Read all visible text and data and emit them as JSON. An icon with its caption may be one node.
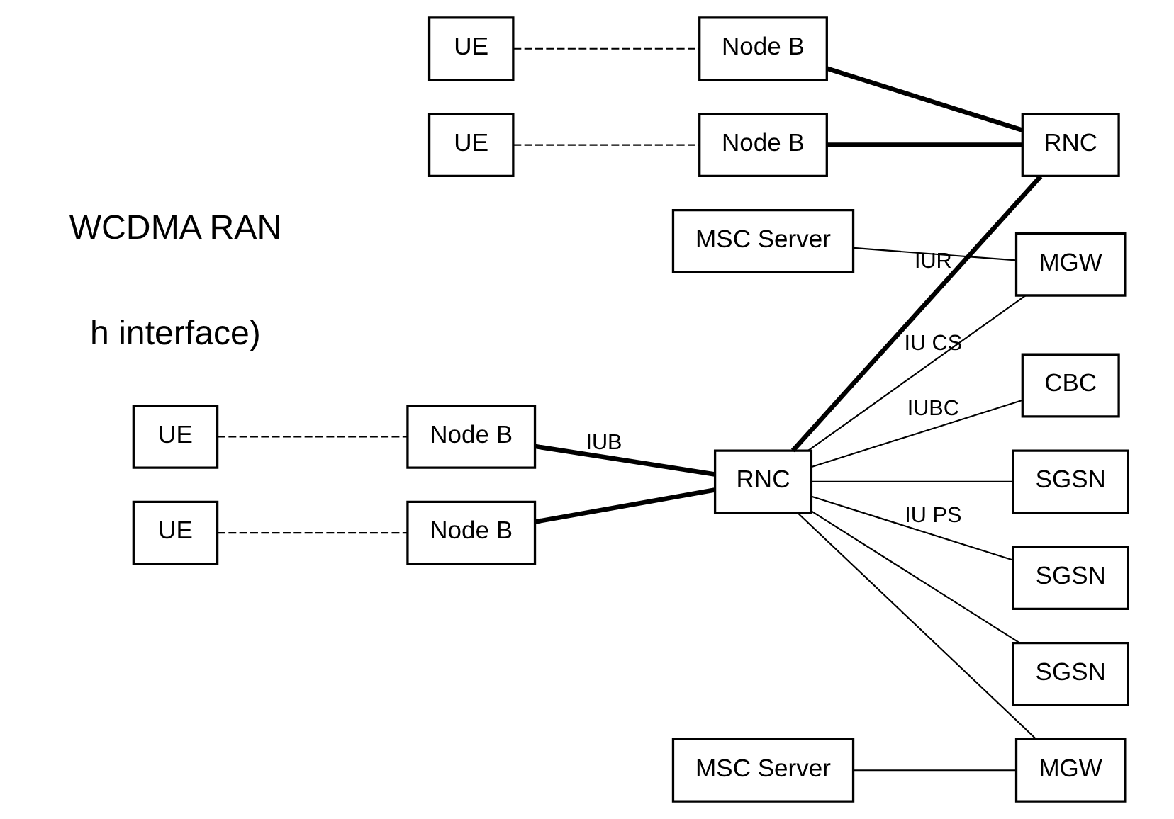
{
  "diagram": {
    "nodes": [
      {
        "text": [
          "UE"
        ]
      },
      {
        "text": [
          "UE"
        ]
      },
      {
        "text": [
          "UE"
        ]
      },
      {
        "text": [
          "UE"
        ]
      },
      {
        "text": [
          "Node B"
        ]
      },
      {
        "text": [
          "Node B"
        ]
      },
      {
        "text": [
          "Node B"
        ]
      },
      {
        "text": [
          "Node B"
        ]
      },
      {
        "text": [
          "RNC"
        ]
      },
      {
        "text": [
          "RNC"
        ]
      },
      {
        "text": [
          "MSC Server"
        ]
      },
      {
        "text": [
          "MGW"
        ]
      },
      {
        "text": [
          "MSC Server"
        ]
      },
      {
        "text": [
          "MGW"
        ]
      },
      {
        "text": [
          "SGSN"
        ]
      },
      {
        "text": [
          "SGSN"
        ]
      },
      {
        "text": [
          "SGSN"
        ]
      },
      {
        "text": [
          "CBC"
        ]
      }
    ],
    "edges": [
      {
        "from": 0,
        "to": 4,
        "arrow": "none",
        "style": "dashed"
      },
      {
        "from": 1,
        "to": 5,
        "arrow": "none",
        "style": "dashed"
      },
      {
        "from": 2,
        "to": 6,
        "arrow": "none",
        "style": "dashed"
      },
      {
        "from": 3,
        "to": 7,
        "arrow": "none",
        "style": "dashed"
      },
      {
        "from": 4,
        "to": 8,
        "arrow": "none",
        "style": "thick",
        "label": "IUB"
      },
      {
        "from": 5,
        "to": 8,
        "arrow": "none",
        "style": "thick"
      },
      {
        "from": 6,
        "to": 9,
        "arrow": "none",
        "style": "thick"
      },
      {
        "from": 7,
        "to": 9,
        "arrow": "none",
        "style": "thick"
      },
      {
        "from": 8,
        "to": 9,
        "arrow": "none",
        "style": "thick",
        "label": "IUR"
      },
      {
        "from": 10,
        "to": 11,
        "arrow": "none"
      },
      {
        "from": 12,
        "to": 13,
        "arrow": "none"
      },
      {
        "from": 8,
        "to": 11,
        "arrow": "none",
        "label": "IU CS"
      },
      {
        "from": 8,
        "to": 13,
        "arrow": "none"
      },
      {
        "from": 8,
        "to": 14,
        "arrow": "none"
      },
      {
        "from": 8,
        "to": 15,
        "arrow": "none",
        "label": "IU PS"
      },
      {
        "from": 8,
        "to": 16,
        "arrow": "none"
      },
      {
        "from": 8,
        "to": 17,
        "arrow": "none",
        "label": "IUBC"
      }
    ],
    "labels": [
      "h interface)",
      "WCDMA RAN"
    ]
  }
}
